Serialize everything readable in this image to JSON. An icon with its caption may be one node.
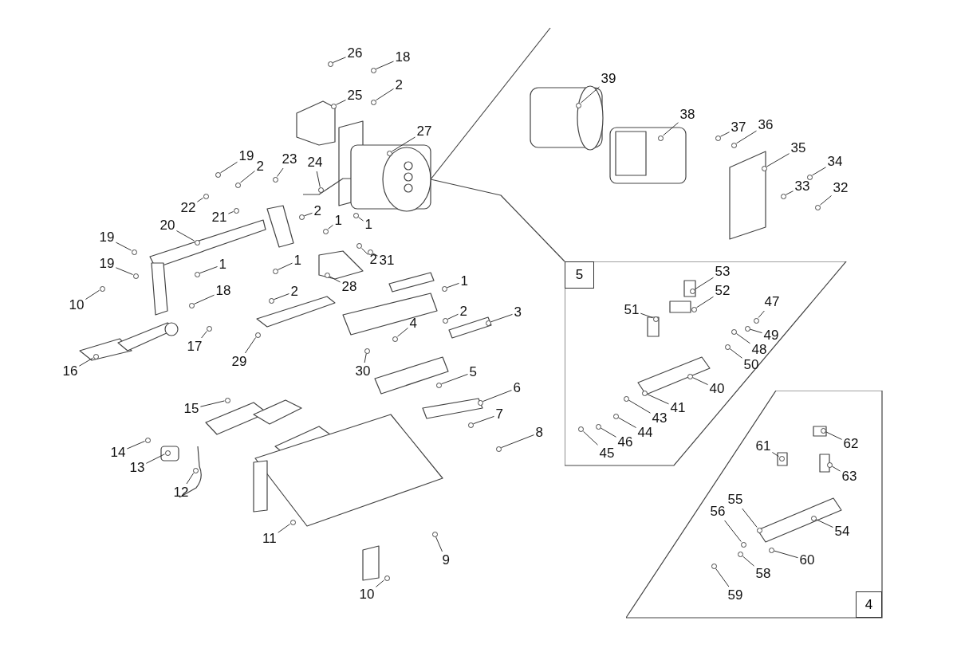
{
  "diagram": {
    "nodes": [
      {
        "text": [
          "26"
        ]
      },
      {
        "text": [
          "18"
        ]
      },
      {
        "text": [
          "2"
        ]
      },
      {
        "text": [
          "25"
        ]
      },
      {
        "text": [
          "27"
        ]
      },
      {
        "text": [
          "24"
        ]
      },
      {
        "text": [
          "19"
        ]
      },
      {
        "text": [
          "2"
        ]
      },
      {
        "text": [
          "23"
        ]
      },
      {
        "text": [
          "22"
        ]
      },
      {
        "text": [
          "21"
        ]
      },
      {
        "text": [
          "20"
        ]
      },
      {
        "text": [
          "2"
        ]
      },
      {
        "text": [
          "1"
        ]
      },
      {
        "text": [
          "1"
        ]
      },
      {
        "text": [
          "19"
        ]
      },
      {
        "text": [
          "19"
        ]
      },
      {
        "text": [
          "1"
        ]
      },
      {
        "text": [
          "2"
        ]
      },
      {
        "text": [
          "31"
        ]
      },
      {
        "text": [
          "1"
        ]
      },
      {
        "text": [
          "2"
        ]
      },
      {
        "text": [
          "28"
        ]
      },
      {
        "text": [
          "1"
        ]
      },
      {
        "text": [
          "2"
        ]
      },
      {
        "text": [
          "18"
        ]
      },
      {
        "text": [
          "10"
        ]
      },
      {
        "text": [
          "3"
        ]
      },
      {
        "text": [
          "4"
        ]
      },
      {
        "text": [
          "17"
        ]
      },
      {
        "text": [
          "29"
        ]
      },
      {
        "text": [
          "30"
        ]
      },
      {
        "text": [
          "5"
        ]
      },
      {
        "text": [
          "6"
        ]
      },
      {
        "text": [
          "16"
        ]
      },
      {
        "text": [
          "15"
        ]
      },
      {
        "text": [
          "7"
        ]
      },
      {
        "text": [
          "8"
        ]
      },
      {
        "text": [
          "14"
        ]
      },
      {
        "text": [
          "13"
        ]
      },
      {
        "text": [
          "12"
        ]
      },
      {
        "text": [
          "11"
        ]
      },
      {
        "text": [
          "9"
        ]
      },
      {
        "text": [
          "10"
        ]
      },
      {
        "text": [
          "39"
        ]
      },
      {
        "text": [
          "38"
        ]
      },
      {
        "text": [
          "37"
        ]
      },
      {
        "text": [
          "36"
        ]
      },
      {
        "text": [
          "35"
        ]
      },
      {
        "text": [
          "34"
        ]
      },
      {
        "text": [
          "33"
        ]
      },
      {
        "text": [
          "32"
        ]
      },
      {
        "text": [
          "5"
        ]
      },
      {
        "text": [
          "53"
        ],
        "in": 52
      },
      {
        "text": [
          "52"
        ],
        "in": 52
      },
      {
        "text": [
          "51"
        ],
        "in": 52
      },
      {
        "text": [
          "47"
        ],
        "in": 52
      },
      {
        "text": [
          "49"
        ],
        "in": 52
      },
      {
        "text": [
          "48"
        ],
        "in": 52
      },
      {
        "text": [
          "50"
        ],
        "in": 52
      },
      {
        "text": [
          "40"
        ],
        "in": 52
      },
      {
        "text": [
          "41"
        ],
        "in": 52
      },
      {
        "text": [
          "43"
        ],
        "in": 52
      },
      {
        "text": [
          "44"
        ],
        "in": 52
      },
      {
        "text": [
          "46"
        ],
        "in": 52
      },
      {
        "text": [
          "45"
        ],
        "in": 52
      },
      {
        "text": [
          "4"
        ]
      },
      {
        "text": [
          "62"
        ],
        "in": 66
      },
      {
        "text": [
          "61"
        ],
        "in": 66
      },
      {
        "text": [
          "63"
        ],
        "in": 66
      },
      {
        "text": [
          "55"
        ],
        "in": 66
      },
      {
        "text": [
          "56"
        ],
        "in": 66
      },
      {
        "text": [
          "54"
        ],
        "in": 66
      },
      {
        "text": [
          "60"
        ],
        "in": 66
      },
      {
        "text": [
          "58"
        ],
        "in": 66
      },
      {
        "text": [
          "59"
        ],
        "in": 66
      },
      {
        "text": [],
        "shape": "circle"
      },
      {
        "text": [],
        "shape": "circle"
      },
      {
        "text": [],
        "shape": "circle"
      },
      {
        "text": [],
        "shape": "circle"
      },
      {
        "text": [],
        "shape": "circle"
      },
      {
        "text": [],
        "shape": "circle"
      },
      {
        "text": [],
        "shape": "circle"
      },
      {
        "text": [],
        "shape": "circle"
      },
      {
        "text": [],
        "shape": "circle"
      },
      {
        "text": [],
        "shape": "circle"
      },
      {
        "text": [],
        "shape": "circle"
      },
      {
        "text": [],
        "shape": "circle"
      },
      {
        "text": [],
        "shape": "circle"
      },
      {
        "text": [],
        "shape": "circle"
      },
      {
        "text": [],
        "shape": "circle"
      },
      {
        "text": [],
        "shape": "circle"
      },
      {
        "text": [],
        "shape": "circle"
      },
      {
        "text": [],
        "shape": "circle"
      },
      {
        "text": [],
        "shape": "circle"
      },
      {
        "text": [],
        "shape": "circle"
      },
      {
        "text": [],
        "shape": "circle"
      },
      {
        "text": [],
        "shape": "circle"
      },
      {
        "text": [],
        "shape": "circle"
      },
      {
        "text": [],
        "shape": "circle"
      },
      {
        "text": [],
        "shape": "circle"
      },
      {
        "text": [],
        "shape": "circle"
      },
      {
        "text": [],
        "shape": "circle"
      },
      {
        "text": [],
        "shape": "circle"
      },
      {
        "text": [],
        "shape": "circle"
      },
      {
        "text": [],
        "shape": "circle"
      },
      {
        "text": [],
        "shape": "circle"
      },
      {
        "text": [],
        "shape": "circle"
      },
      {
        "text": [],
        "shape": "circle"
      },
      {
        "text": [],
        "shape": "circle"
      },
      {
        "text": [],
        "shape": "circle"
      },
      {
        "text": [],
        "shape": "circle"
      },
      {
        "text": [],
        "shape": "circle"
      },
      {
        "text": [],
        "shape": "circle"
      },
      {
        "text": [],
        "shape": "circle"
      },
      {
        "text": [],
        "shape": "circle"
      },
      {
        "text": [],
        "shape": "circle"
      },
      {
        "text": [],
        "shape": "circle"
      },
      {
        "text": [],
        "shape": "circle"
      },
      {
        "text": [],
        "shape": "circle"
      },
      {
        "text": [],
        "shape": "circle"
      },
      {
        "text": [],
        "shape": "circle"
      },
      {
        "text": [],
        "shape": "circle"
      },
      {
        "text": [],
        "shape": "circle"
      },
      {
        "text": [],
        "shape": "circle"
      },
      {
        "text": [],
        "shape": "circle"
      },
      {
        "text": [],
        "shape": "circle"
      },
      {
        "text": [],
        "shape": "circle"
      },
      {
        "text": [],
        "shape": "circle",
        "in": 52
      },
      {
        "text": [],
        "shape": "circle",
        "in": 52
      },
      {
        "text": [],
        "shape": "circle",
        "in": 52
      },
      {
        "text": [],
        "shape": "circle",
        "in": 52
      },
      {
        "text": [],
        "shape": "circle",
        "in": 52
      },
      {
        "text": [],
        "shape": "circle",
        "in": 52
      },
      {
        "text": [],
        "shape": "circle",
        "in": 52
      },
      {
        "text": [],
        "shape": "circle",
        "in": 52
      },
      {
        "text": [],
        "shape": "circle",
        "in": 52
      },
      {
        "text": [],
        "shape": "circle",
        "in": 52
      },
      {
        "text": [],
        "shape": "circle",
        "in": 52
      },
      {
        "text": [],
        "shape": "circle",
        "in": 52
      },
      {
        "text": [],
        "shape": "circle",
        "in": 52
      },
      {
        "text": [],
        "shape": "circle",
        "in": 66
      },
      {
        "text": [],
        "shape": "circle",
        "in": 66
      },
      {
        "text": [],
        "shape": "circle",
        "in": 66
      },
      {
        "text": [],
        "shape": "circle",
        "in": 66
      },
      {
        "text": [],
        "shape": "circle",
        "in": 66
      },
      {
        "text": [],
        "shape": "circle",
        "in": 66
      },
      {
        "text": [],
        "shape": "circle",
        "in": 66
      },
      {
        "text": [],
        "shape": "circle",
        "in": 66
      },
      {
        "text": [],
        "shape": "circle",
        "in": 66
      }
    ],
    "edges": [
      {
        "from": 0,
        "to": 76,
        "arrow": "none"
      },
      {
        "from": 1,
        "to": 77,
        "arrow": "none"
      },
      {
        "from": 2,
        "to": 78,
        "arrow": "none"
      },
      {
        "from": 3,
        "to": 79,
        "arrow": "none"
      },
      {
        "from": 4,
        "to": 80,
        "arrow": "none"
      },
      {
        "from": 5,
        "to": 81,
        "arrow": "none"
      },
      {
        "from": 6,
        "to": 82,
        "arrow": "none"
      },
      {
        "from": 7,
        "to": 83,
        "arrow": "none"
      },
      {
        "from": 8,
        "to": 84,
        "arrow": "none"
      },
      {
        "from": 9,
        "to": 85,
        "arrow": "none"
      },
      {
        "from": 10,
        "to": 86,
        "arrow": "none"
      },
      {
        "from": 11,
        "to": 87,
        "arrow": "none"
      },
      {
        "from": 12,
        "to": 88,
        "arrow": "none"
      },
      {
        "from": 13,
        "to": 89,
        "arrow": "none"
      },
      {
        "from": 14,
        "to": 90,
        "arrow": "none"
      },
      {
        "from": 15,
        "to": 91,
        "arrow": "none"
      },
      {
        "from": 16,
        "to": 92,
        "arrow": "none"
      },
      {
        "from": 17,
        "to": 93,
        "arrow": "none"
      },
      {
        "from": 18,
        "to": 94,
        "arrow": "none"
      },
      {
        "from": 19,
        "to": 95,
        "arrow": "none"
      },
      {
        "from": 20,
        "to": 96,
        "arrow": "none"
      },
      {
        "from": 21,
        "to": 97,
        "arrow": "none"
      },
      {
        "from": 22,
        "to": 98,
        "arrow": "none"
      },
      {
        "from": 23,
        "to": 99,
        "arrow": "none"
      },
      {
        "from": 24,
        "to": 100,
        "arrow": "none"
      },
      {
        "from": 25,
        "to": 101,
        "arrow": "none"
      },
      {
        "from": 26,
        "to": 102,
        "arrow": "none"
      },
      {
        "from": 27,
        "to": 103,
        "arrow": "none"
      },
      {
        "from": 28,
        "to": 104,
        "arrow": "none"
      },
      {
        "from": 29,
        "to": 105,
        "arrow": "none"
      },
      {
        "from": 30,
        "to": 106,
        "arrow": "none"
      },
      {
        "from": 31,
        "to": 107,
        "arrow": "none"
      },
      {
        "from": 32,
        "to": 108,
        "arrow": "none"
      },
      {
        "from": 33,
        "to": 109,
        "arrow": "none"
      },
      {
        "from": 34,
        "to": 110,
        "arrow": "none"
      },
      {
        "from": 35,
        "to": 111,
        "arrow": "none"
      },
      {
        "from": 36,
        "to": 112,
        "arrow": "none"
      },
      {
        "from": 37,
        "to": 113,
        "arrow": "none"
      },
      {
        "from": 38,
        "to": 114,
        "arrow": "none"
      },
      {
        "from": 39,
        "to": 115,
        "arrow": "none"
      },
      {
        "from": 40,
        "to": 116,
        "arrow": "none"
      },
      {
        "from": 41,
        "to": 117,
        "arrow": "none"
      },
      {
        "from": 42,
        "to": 118,
        "arrow": "none"
      },
      {
        "from": 43,
        "to": 119,
        "arrow": "none"
      },
      {
        "from": 44,
        "to": 120,
        "arrow": "none"
      },
      {
        "from": 45,
        "to": 121,
        "arrow": "none"
      },
      {
        "from": 46,
        "to": 122,
        "arrow": "none"
      },
      {
        "from": 47,
        "to": 123,
        "arrow": "none"
      },
      {
        "from": 48,
        "to": 124,
        "arrow": "none"
      },
      {
        "from": 49,
        "to": 125,
        "arrow": "none"
      },
      {
        "from": 50,
        "to": 126,
        "arrow": "none"
      },
      {
        "from": 51,
        "to": 127,
        "arrow": "none"
      },
      {
        "from": 53,
        "to": 128,
        "arrow": "none"
      },
      {
        "from": 54,
        "to": 129,
        "arrow": "none"
      },
      {
        "from": 55,
        "to": 130,
        "arrow": "none"
      },
      {
        "from": 56,
        "to": 131,
        "arrow": "none"
      },
      {
        "from": 57,
        "to": 132,
        "arrow": "none"
      },
      {
        "from": 58,
        "to": 133,
        "arrow": "none"
      },
      {
        "from": 59,
        "to": 134,
        "arrow": "none"
      },
      {
        "from": 60,
        "to": 135,
        "arrow": "none"
      },
      {
        "from": 61,
        "to": 136,
        "arrow": "none"
      },
      {
        "from": 62,
        "to": 137,
        "arrow": "none"
      },
      {
        "from": 63,
        "to": 138,
        "arrow": "none"
      },
      {
        "from": 64,
        "to": 139,
        "arrow": "none"
      },
      {
        "from": 65,
        "to": 140,
        "arrow": "none"
      },
      {
        "from": 67,
        "to": 141,
        "arrow": "none"
      },
      {
        "from": 68,
        "to": 142,
        "arrow": "none"
      },
      {
        "from": 69,
        "to": 143,
        "arrow": "none"
      },
      {
        "from": 70,
        "to": 144,
        "arrow": "none"
      },
      {
        "from": 71,
        "to": 145,
        "arrow": "none"
      },
      {
        "from": 72,
        "to": 146,
        "arrow": "none"
      },
      {
        "from": 73,
        "to": 147,
        "arrow": "none"
      },
      {
        "from": 74,
        "to": 148,
        "arrow": "none"
      },
      {
        "from": 75,
        "to": 149,
        "arrow": "none"
      }
    ]
  }
}
